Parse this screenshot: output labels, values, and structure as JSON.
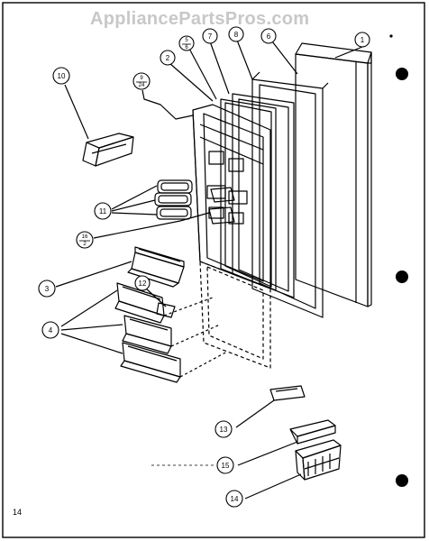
{
  "watermark": "AppliancePartsPros.com",
  "page_number": "14",
  "callouts": {
    "c1": "1",
    "c2": "2",
    "c3": "3",
    "c4": "4",
    "c5n": "5",
    "c5d": "6",
    "c6": "6",
    "c7": "7",
    "c8": "8",
    "c9n": "9",
    "c9d": "24",
    "c10": "10",
    "c11": "11",
    "c12": "12",
    "c13": "13",
    "c14": "14",
    "c15": "15",
    "c16n": "16",
    "c16d": "2"
  },
  "colors": {
    "ink": "#000000",
    "paper": "#ffffff",
    "watermark": "#c8c8c8"
  }
}
